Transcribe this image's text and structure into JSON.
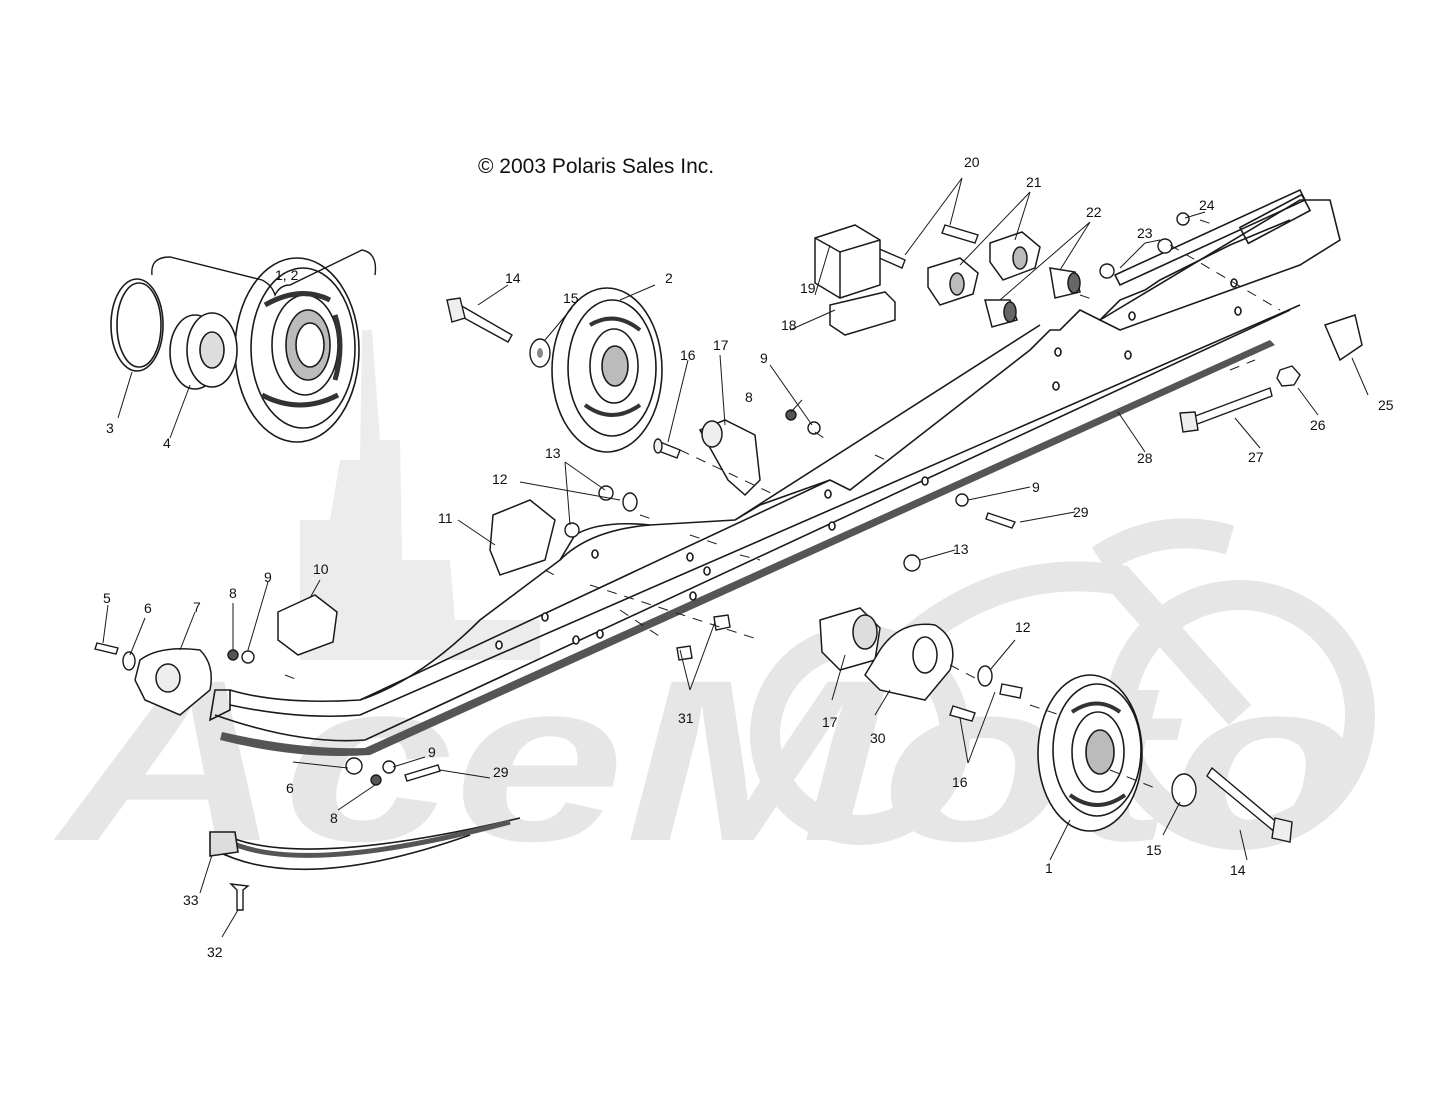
{
  "copyright": "© 2003 Polaris Sales Inc.",
  "watermark": {
    "text": "AceMoto",
    "color": "#e4e4e4"
  },
  "colors": {
    "line": "#1a1a1a",
    "fill": "#ffffff",
    "shade": "#9a9a9a",
    "dark": "#333333"
  },
  "callouts": {
    "c1": "1",
    "c1_2": "1,  2",
    "c2": "2",
    "c3": "3",
    "c4": "4",
    "c5": "5",
    "c6": "6",
    "c7": "7",
    "c8": "8",
    "c9": "9",
    "c10": "10",
    "c11": "11",
    "c12": "12",
    "c13": "13",
    "c14": "14",
    "c15": "15",
    "c16": "16",
    "c17": "17",
    "c18": "18",
    "c19": "19",
    "c20": "20",
    "c21": "21",
    "c22": "22",
    "c23": "23",
    "c24": "24",
    "c25": "25",
    "c26": "26",
    "c27": "27",
    "c28": "28",
    "c29": "29",
    "c30": "30",
    "c31": "31",
    "c32": "32",
    "c33": "33"
  }
}
